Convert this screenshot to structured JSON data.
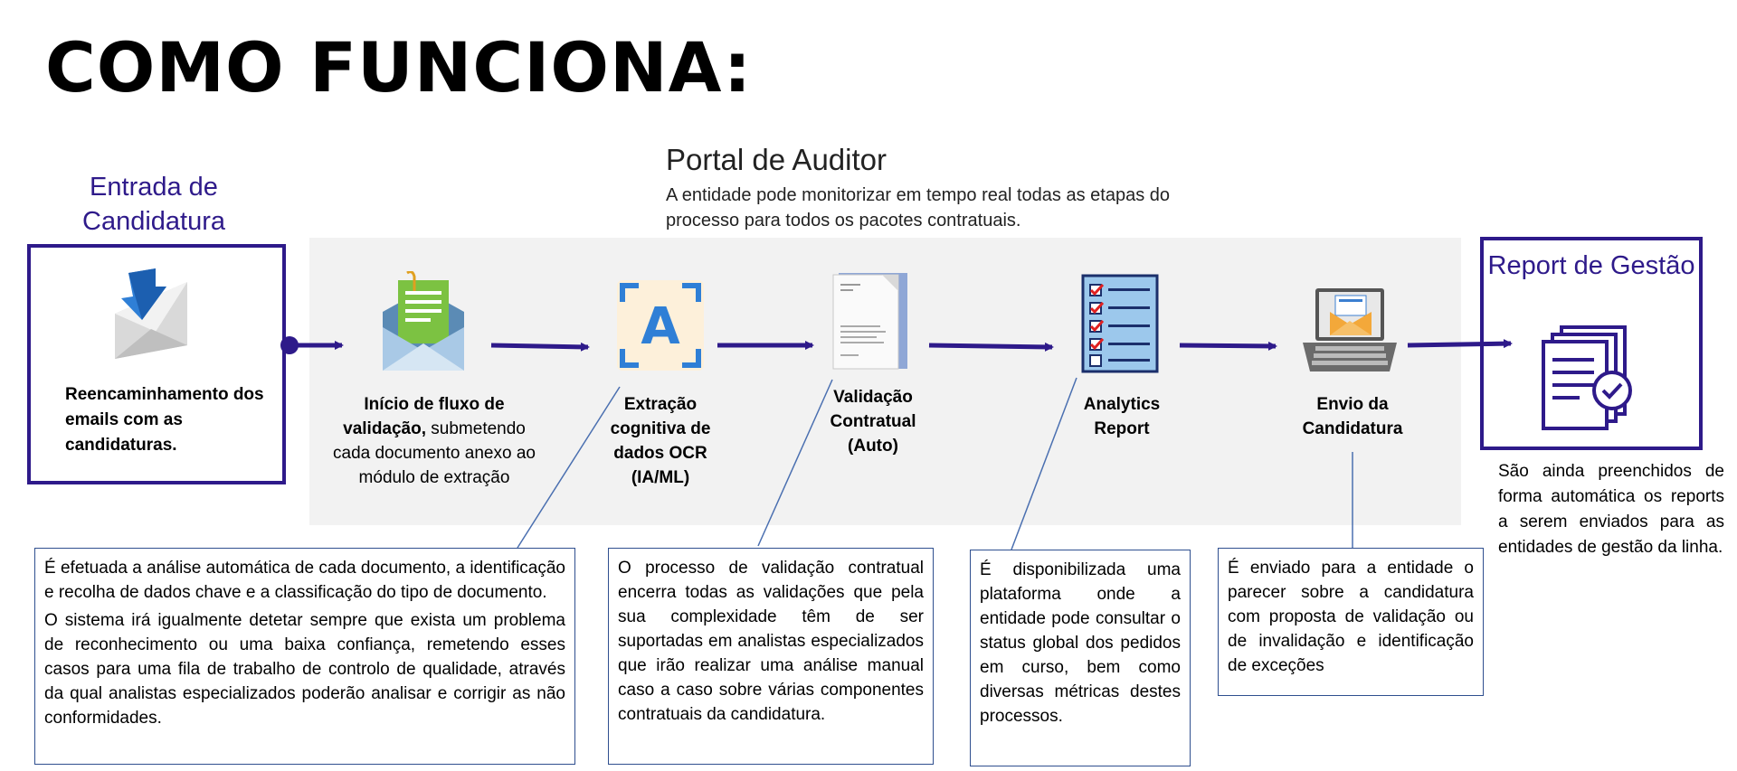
{
  "title": "COMO FUNCIONA:",
  "portal": {
    "title": "Portal de Auditor",
    "description": "A entidade pode monitorizar em tempo real todas as etapas do processo para todos os pacotes contratuais."
  },
  "entrada": {
    "heading": "Entrada de Candidatura",
    "text": "Reencaminhamento dos emails com as candidaturas."
  },
  "steps": [
    {
      "bold": "Início de fluxo de validação,",
      "rest": " submetendo cada documento anexo ao módulo de extração"
    },
    {
      "bold": "Extração cognitiva de dados OCR (IA/ML)",
      "rest": ""
    },
    {
      "bold": "Validação Contratual (Auto)",
      "rest": ""
    },
    {
      "bold": "Analytics Report",
      "rest": ""
    },
    {
      "bold": "Envio da Candidatura",
      "rest": ""
    }
  ],
  "report": {
    "heading": "Report de Gestão",
    "text": "São ainda preenchidos de forma automática os reports a serem enviados para as entidades de gestão da linha."
  },
  "callouts": {
    "extracao_p1": "É efetuada a análise automática de cada documento, a identificação e recolha de dados chave e a classificação do tipo de documento.",
    "extracao_p2": "O sistema irá igualmente detetar sempre que exista um problema de reconhecimento ou uma baixa confiança, remetendo esses casos para uma fila de trabalho de controlo de qualidade, através da qual analistas especializados poderão analisar e corrigir as não conformidades.",
    "validacao": "O processo de validação contratual encerra todas as validações que pela sua complexidade têm de ser suportadas em analistas especializados que irão realizar uma análise manual caso a caso sobre várias componentes contratuais da candidatura.",
    "analytics": "É disponibilizada uma plataforma onde a entidade pode consultar o status global dos pedidos em curso, bem como diversas métricas destes processos.",
    "envio": "É enviado para a entidade o parecer sobre a candidatura com proposta de validação ou de invalidação e identificação de exceções"
  },
  "icons": {
    "entrada": "email-forward-icon",
    "step1": "envelope-document-icon",
    "step2": "ocr-letter-a-icon",
    "step3": "contract-document-icon",
    "step4": "checklist-icon",
    "step5": "laptop-mail-icon",
    "report": "report-documents-check-icon"
  },
  "colors": {
    "accent": "#2e1a8a",
    "callout_border": "#2f4f8f",
    "portal_bg": "#f2f2f2"
  }
}
